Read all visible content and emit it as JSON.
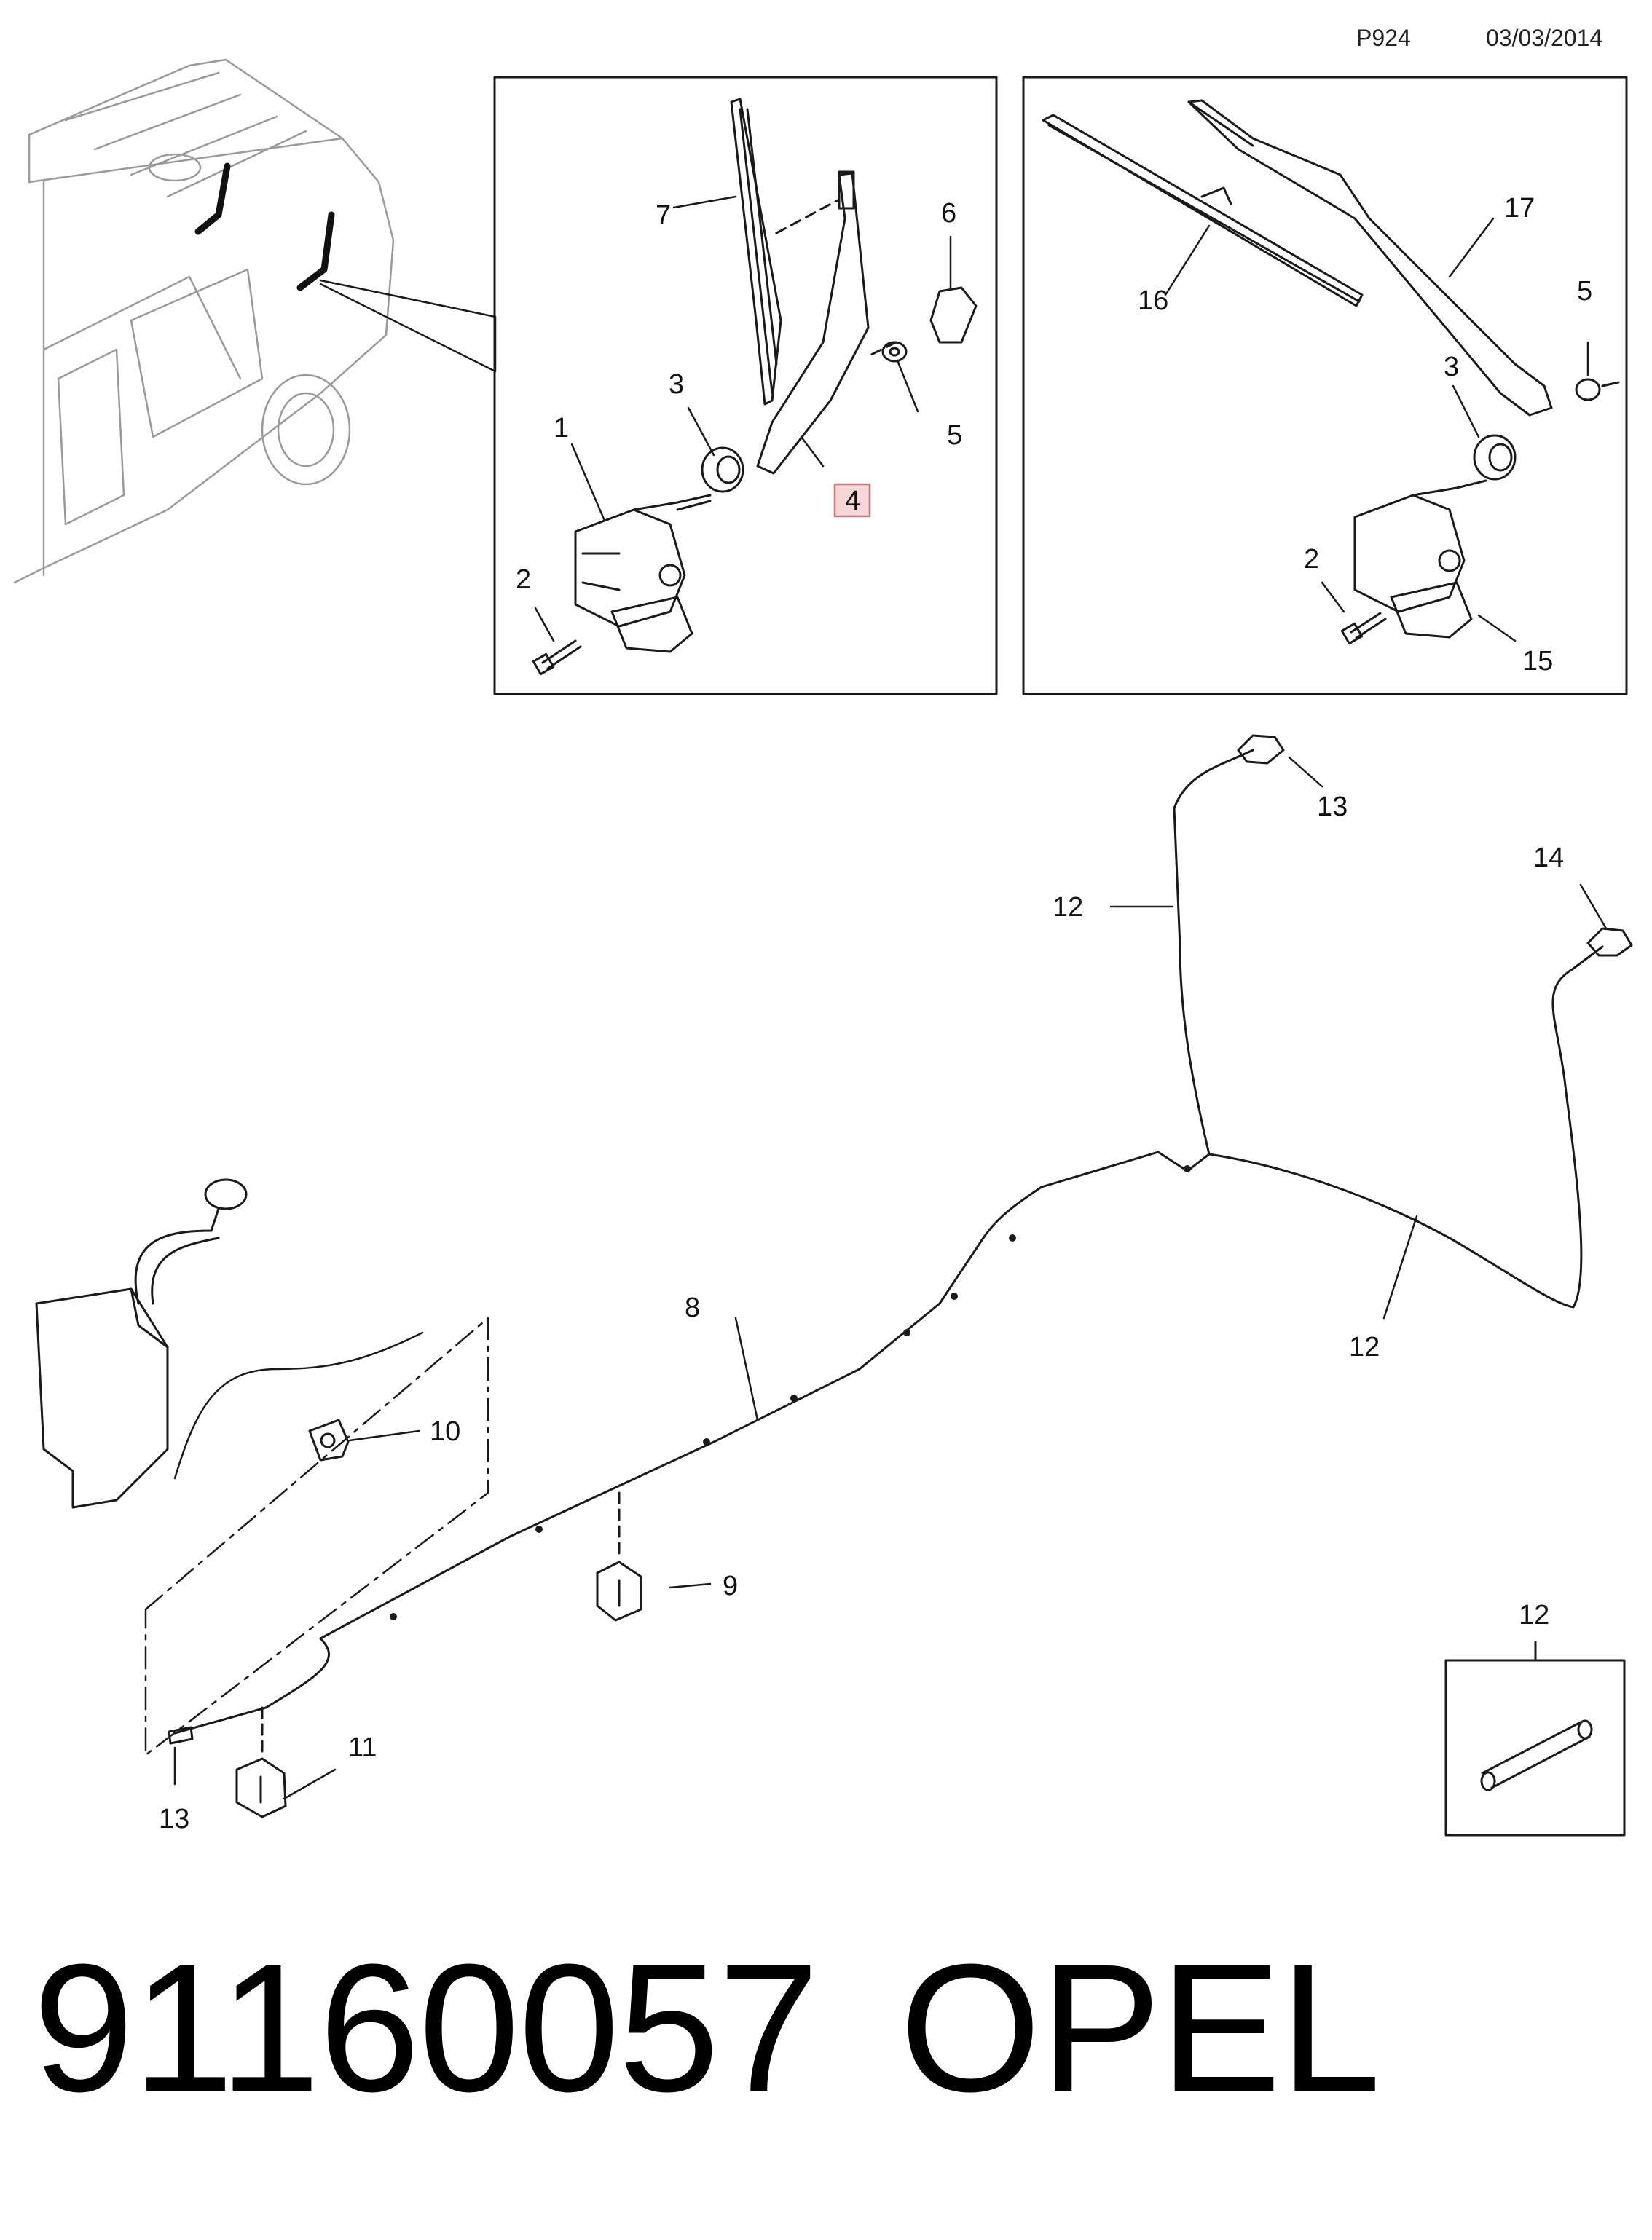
{
  "header": {
    "page_code": "P924",
    "date": "03/03/2014"
  },
  "footer": {
    "part_number": "91160057",
    "brand": "OPEL"
  },
  "callouts": {
    "rear": [
      "1",
      "2",
      "3",
      "4",
      "5",
      "6",
      "7"
    ],
    "front": [
      "2",
      "3",
      "5",
      "15",
      "16",
      "17"
    ],
    "washer": [
      "8",
      "9",
      "10",
      "11",
      "12",
      "12",
      "12",
      "13",
      "13",
      "14"
    ],
    "inset": [
      "12"
    ]
  },
  "colors": {
    "line": "#1a1a1a",
    "highlight_fill": "#f6d6d6",
    "highlight_stroke": "#c47878"
  }
}
